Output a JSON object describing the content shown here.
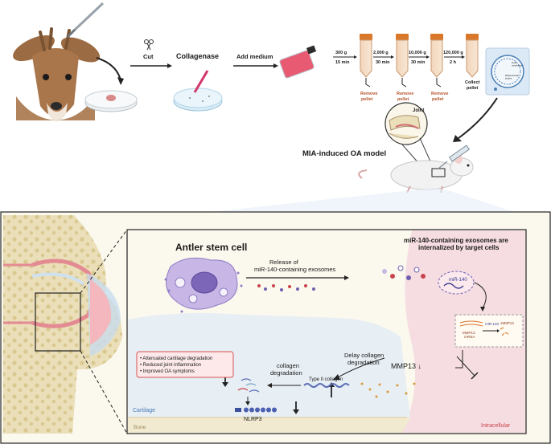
{
  "top": {
    "steps": {
      "cut": "Cut",
      "collagenase": "Collagenase",
      "add_medium": "Add medium"
    },
    "centrifuge": [
      {
        "speed": "300 g",
        "time": "15 min"
      },
      {
        "speed": "2,000 g",
        "time": "30 min"
      },
      {
        "speed": "10,000 g",
        "time": "30 min"
      },
      {
        "speed": "120,000 g",
        "time": "2 h"
      }
    ],
    "remove_pellet": [
      "Remove",
      "pellet"
    ],
    "collect_pellet": [
      "Collect",
      "pellet"
    ],
    "inset_lines": [
      "Lipid",
      "membrane",
      "Multivesicular",
      "bodies"
    ],
    "joint_label": "Joint",
    "model_label": "MIA-induced OA model"
  },
  "bottom": {
    "stem_cell_title": "Antler stem cell",
    "release_text": [
      "Release of",
      "miR-140-containing exosomes"
    ],
    "internalized_text": [
      "miR-140-containing exosomes are",
      "internalized by target cells"
    ],
    "mir140_label": "miR-140",
    "mir140_small": "miR-140",
    "mmp13_mrna": [
      "MMP13",
      "mRNA"
    ],
    "down_mmp13_small": "↓MMP13",
    "mmp13_down": "MMP13 ↓",
    "delay_text": [
      "Delay collagen",
      "degradation"
    ],
    "type2_collagen": "Type II collagen",
    "collagen_degradation": [
      "collagen",
      "degradation"
    ],
    "nlrp3": "NLRP3",
    "effects": [
      "• Attenuated cartilage degradation",
      "• Reduced joint inflammation",
      "• Improved OA symptoms"
    ],
    "cartilage_label": "Cartilage",
    "bone_label": "Bone",
    "intracellular_label": "Intracellular"
  },
  "colors": {
    "panel_bg": "#fbf8ee",
    "cartilage_bg": "#e7eef4",
    "intracellular_bg": "#f6dde2",
    "effects_border": "#d9534f",
    "tube_cap": "#d9772b",
    "remove_text": "#b4532a"
  }
}
